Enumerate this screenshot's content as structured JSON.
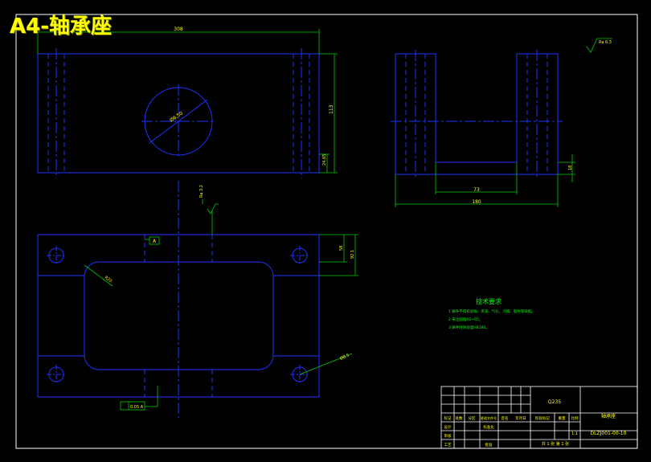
{
  "banner_title": "A4-轴承座",
  "colors": {
    "background": "#000000",
    "outline": "#1e32ff",
    "frame": "#ffffff",
    "centerline": "#1e32ff",
    "dimension": "#00cc00",
    "text_green": "#00ff00",
    "text_yellow": "#ffff00",
    "banner": "#ffff00"
  },
  "views": {
    "front": {
      "name": "front-view"
    },
    "side": {
      "name": "side-view"
    },
    "top": {
      "name": "top-view"
    }
  },
  "dimensions": {
    "front_width": "308",
    "front_height": "113",
    "front_small": "24.65",
    "bore_dia": "Ø6.50",
    "side_width": "180",
    "side_inner": "73",
    "side_small": "18",
    "top_height_1": "58",
    "top_height_2": "92.1",
    "top_corner_r": "R20",
    "top_hole": "Ø8.5",
    "roughness_1": "Ra 6.3",
    "roughness_2": "Ra 3.2",
    "datum": "A",
    "tolerance": "0.05 A"
  },
  "tech_requirements": {
    "heading": "技术要求",
    "lines": [
      "1.铸件不得有砂眼、夹渣、气孔、冷隔、裂纹等缺陷。",
      "2.未注圆角R2~R5。",
      "3.铸件时效处理HB180。"
    ]
  },
  "title_block": {
    "material": "Q235",
    "part_name": "轴承座",
    "drawing_no": "DLZJ001-00-10",
    "scale": "1:1",
    "sheet_info": "共 1 张  第 1 张",
    "labels": [
      "标记",
      "处数",
      "分区",
      "更改文件号",
      "签名",
      "年月日",
      "设计",
      "标准化",
      "审核",
      "工艺",
      "批准",
      "阶段标记",
      "重量",
      "比例"
    ]
  }
}
